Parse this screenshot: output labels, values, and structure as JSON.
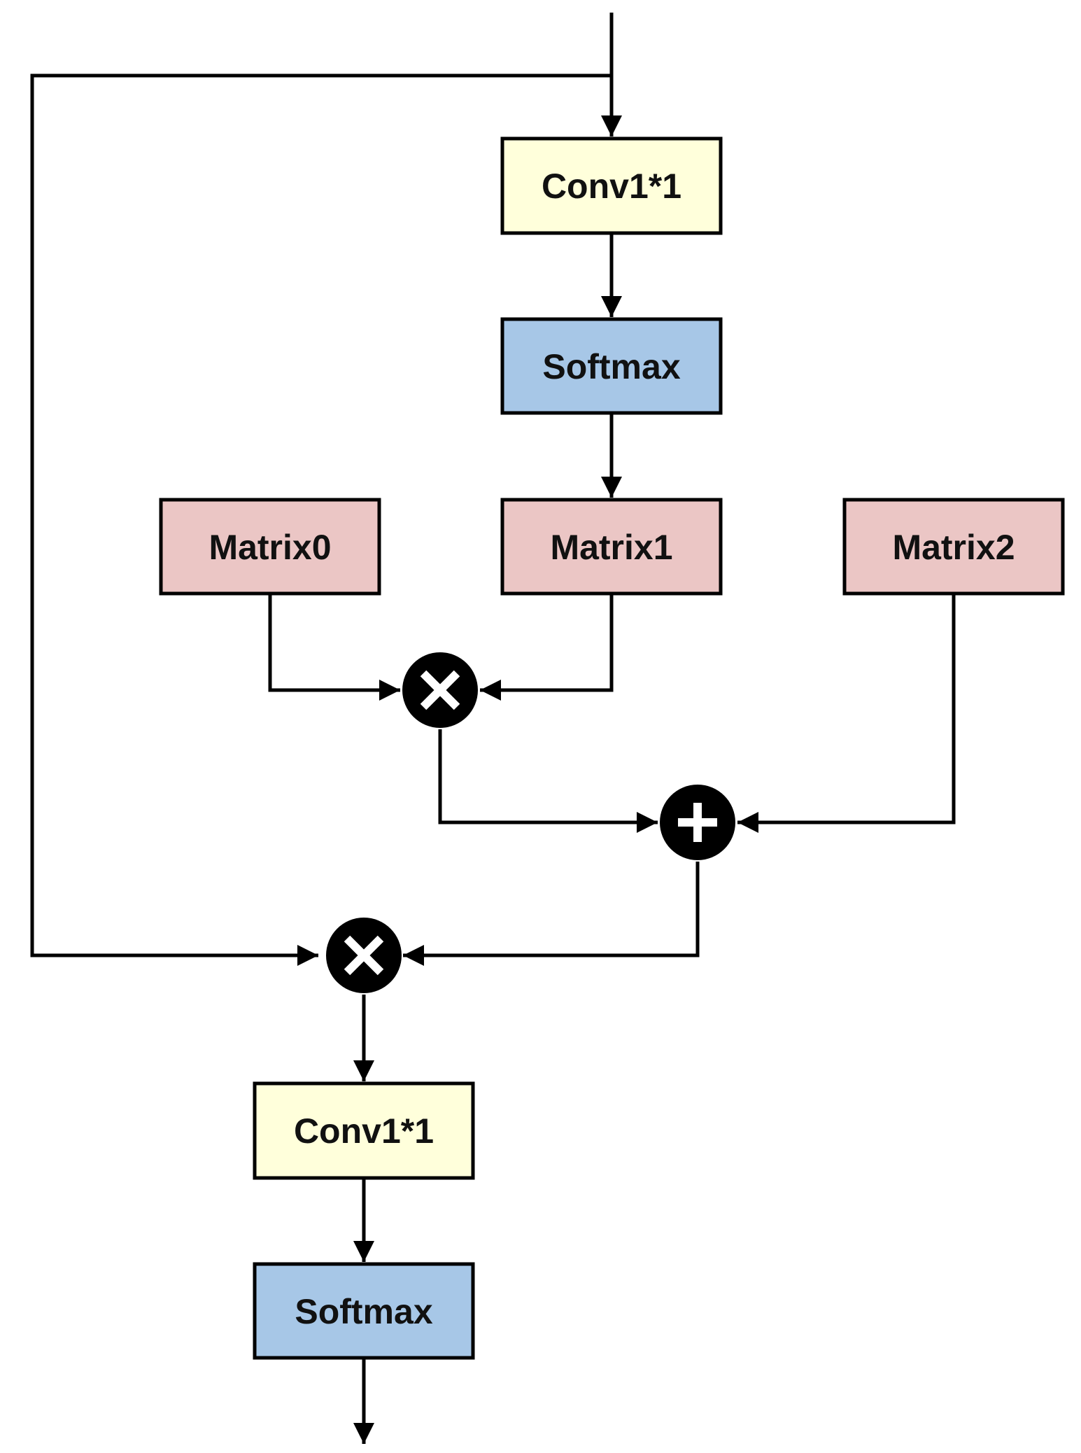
{
  "diagram": {
    "colors": {
      "conv_fill": "#FFFFDB",
      "softmax_fill": "#A7C7E7",
      "matrix_fill": "#EBC6C5",
      "stroke": "#000000",
      "operator_fill": "#000000",
      "operator_symbol": "#ffffff"
    },
    "nodes": {
      "conv_top": {
        "label": "Conv1*1"
      },
      "softmax_top": {
        "label": "Softmax"
      },
      "matrix0": {
        "label": "Matrix0"
      },
      "matrix1": {
        "label": "Matrix1"
      },
      "matrix2": {
        "label": "Matrix2"
      },
      "conv_bottom": {
        "label": "Conv1*1"
      },
      "softmax_bottom": {
        "label": "Softmax"
      }
    },
    "operators": {
      "multiply_1": {
        "symbol": "multiply-icon"
      },
      "add_1": {
        "symbol": "plus-icon"
      },
      "multiply_2": {
        "symbol": "multiply-icon"
      }
    }
  }
}
